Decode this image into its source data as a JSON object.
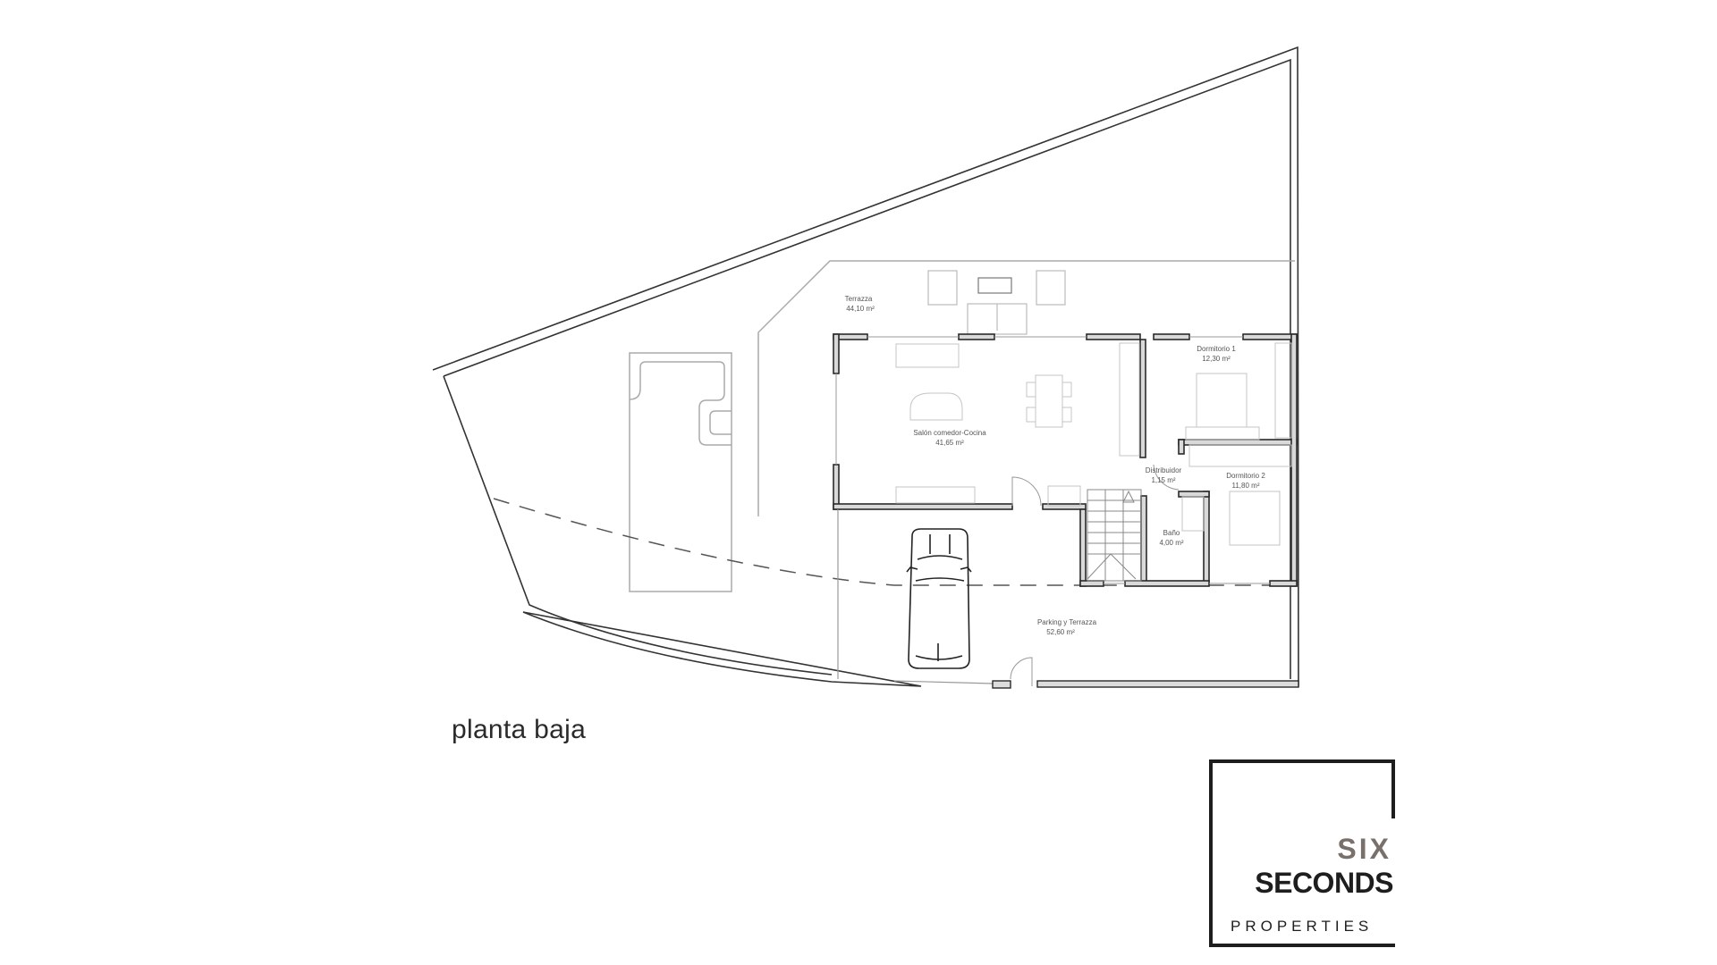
{
  "plan": {
    "title": "planta baja",
    "rooms": [
      {
        "name": "Terrazza",
        "area": "44,10 m²"
      },
      {
        "name": "Salón comedor-Cocina",
        "area": "41,65 m²"
      },
      {
        "name": "Dormitorio 1",
        "area": "12,30 m²"
      },
      {
        "name": "Distribuidor",
        "area": "1,15 m²"
      },
      {
        "name": "Dormitorio 2",
        "area": "11,80 m²"
      },
      {
        "name": "Baño",
        "area": "4,00 m²"
      },
      {
        "name": "Parking y Terrazza",
        "area": "52,60 m²"
      }
    ],
    "colors": {
      "wall": "#2a2a2a",
      "wall_fill": "#d9d9d9",
      "outline": "#444444",
      "furniture": "#bbbbbb",
      "background": "#ffffff"
    }
  },
  "logo": {
    "line1": "SIX",
    "line2": "SECONDS",
    "line3": "PROPERTIES",
    "accent_color": "#7a706b",
    "dark_color": "#1e1e1e"
  }
}
